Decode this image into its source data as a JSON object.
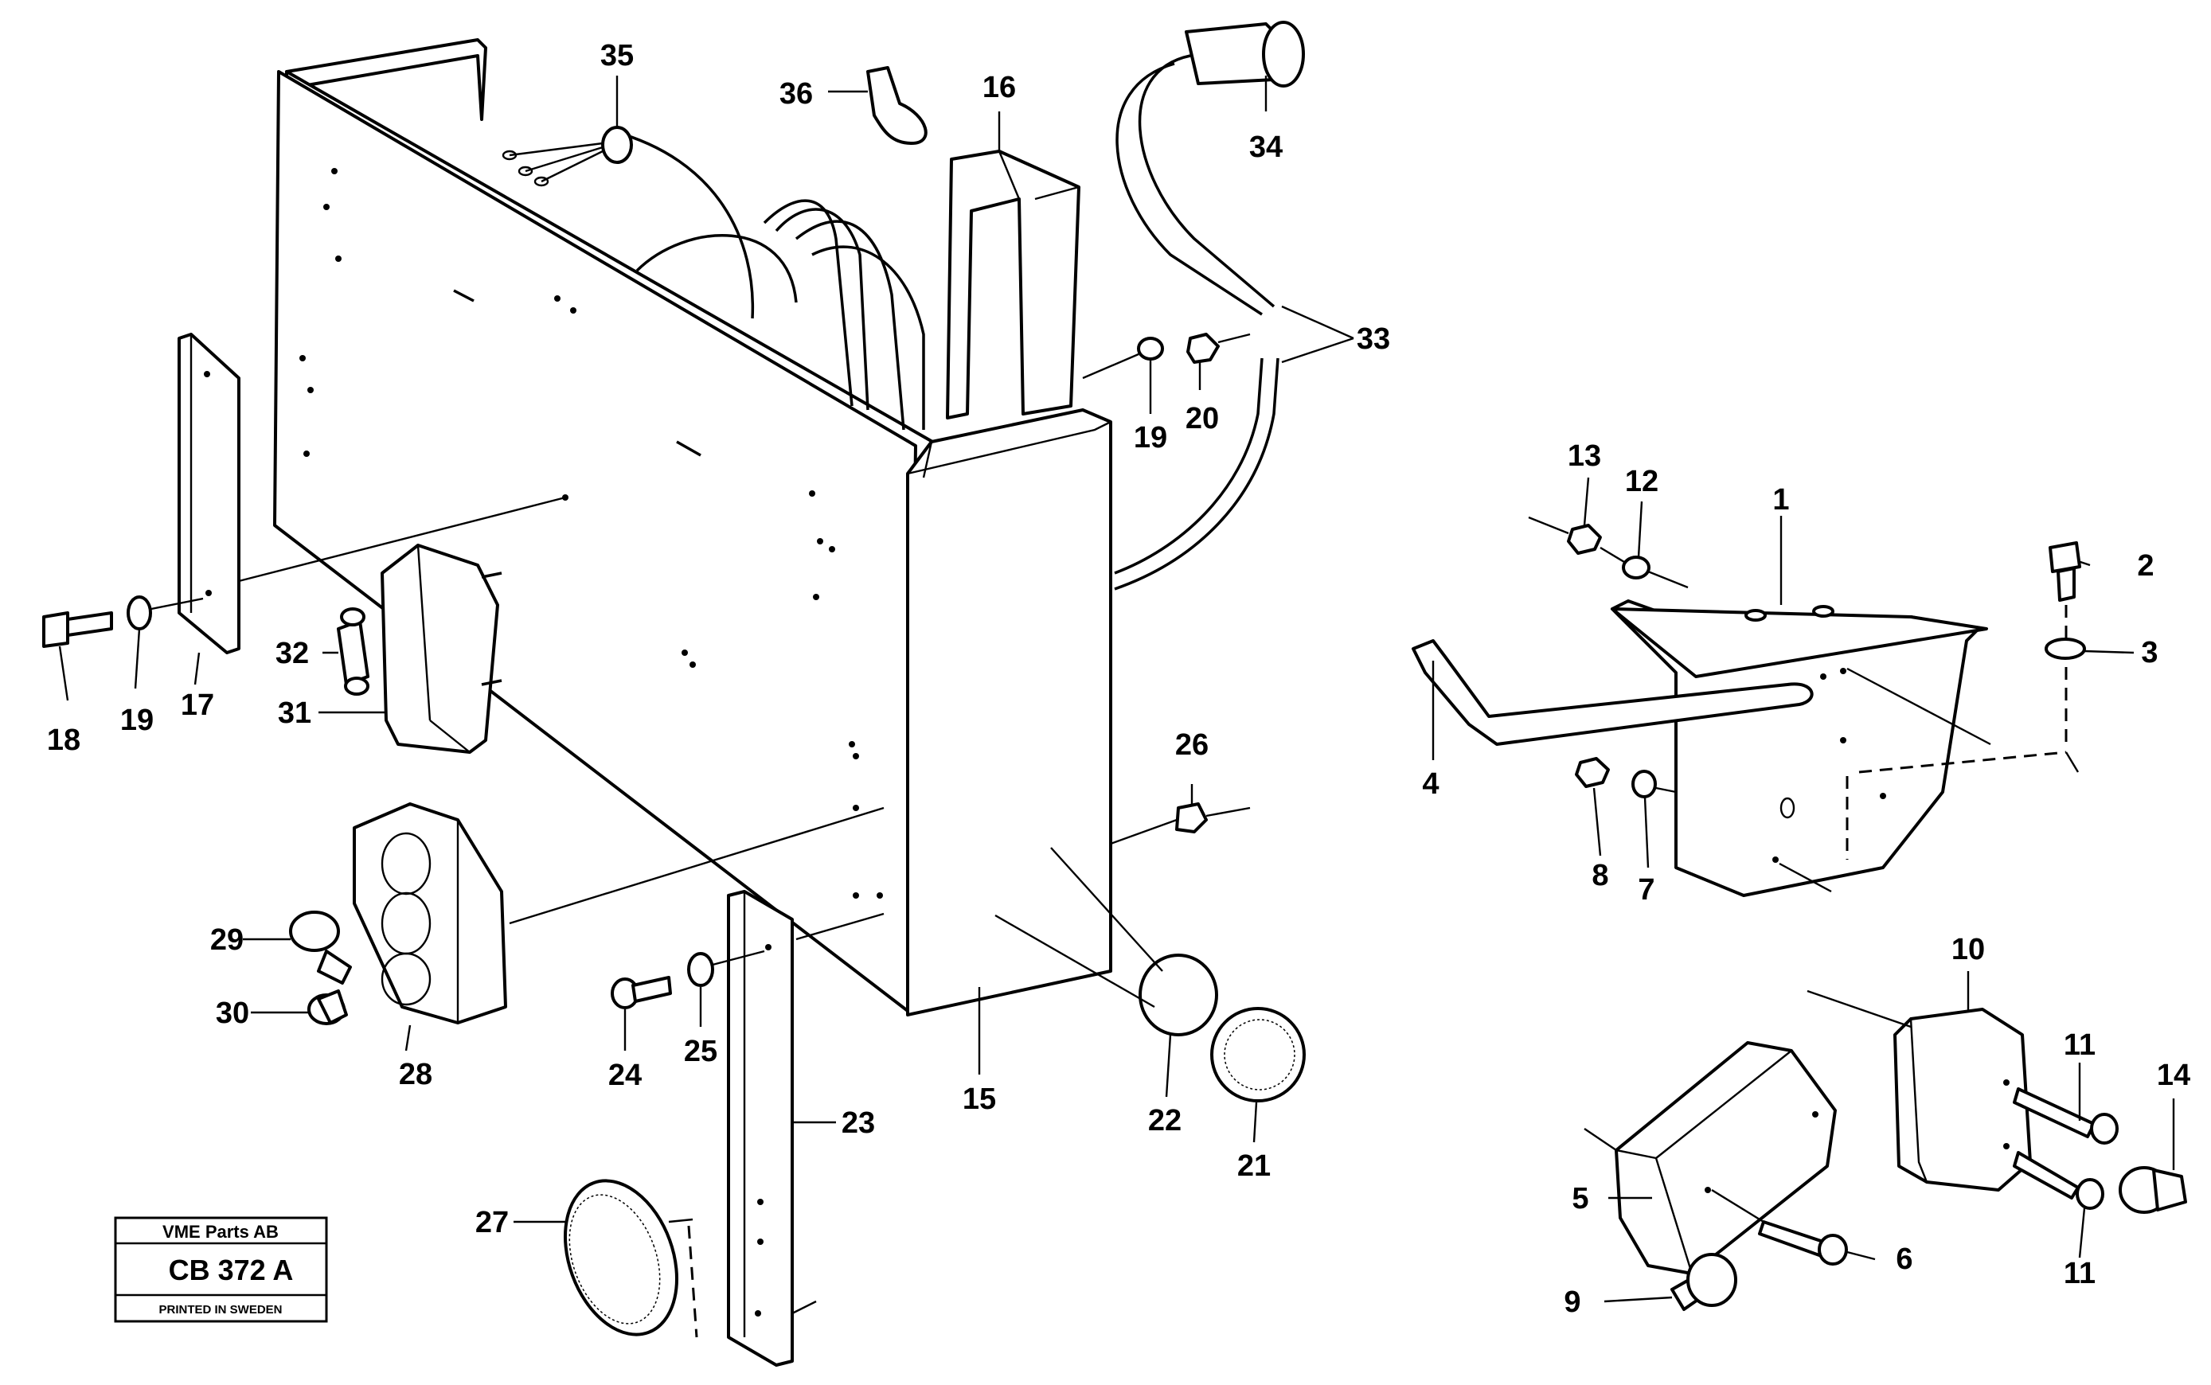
{
  "diagram": {
    "callouts": [
      "1",
      "2",
      "3",
      "4",
      "5",
      "6",
      "7",
      "8",
      "9",
      "10",
      "11",
      "11",
      "12",
      "13",
      "14",
      "15",
      "16",
      "17",
      "18",
      "19",
      "19",
      "20",
      "21",
      "22",
      "23",
      "24",
      "25",
      "26",
      "27",
      "28",
      "29",
      "30",
      "31",
      "32",
      "33",
      "34",
      "35",
      "36"
    ]
  },
  "stamp": {
    "company": "VME Parts AB",
    "code": "CB 372 A",
    "printed": "PRINTED IN SWEDEN"
  },
  "colors": {
    "ink": "#000000",
    "paper": "#ffffff"
  }
}
